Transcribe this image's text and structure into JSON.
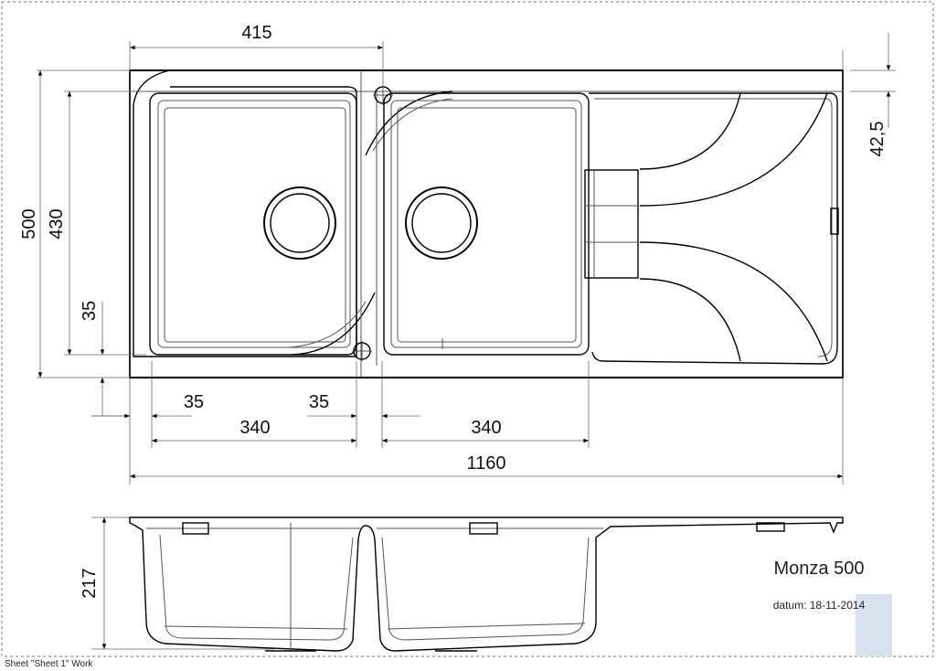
{
  "product": {
    "name": "Monza 500",
    "date": "datum: 18-11-2014",
    "sheet": "Sheet \"Sheet 1\" Work"
  },
  "dimensions": {
    "width_415": "415",
    "height_500": "500",
    "height_430": "430",
    "rim_42_5": "42,5",
    "side_35": "35",
    "left_35": "35",
    "mid_35": "35",
    "bowl1_340": "340",
    "bowl2_340": "340",
    "overall_1160": "1160",
    "depth_217": "217"
  },
  "colors": {
    "line": "#000000",
    "dim_line": "#555555",
    "frame": "#777777",
    "logo": "#d7e2ee"
  }
}
